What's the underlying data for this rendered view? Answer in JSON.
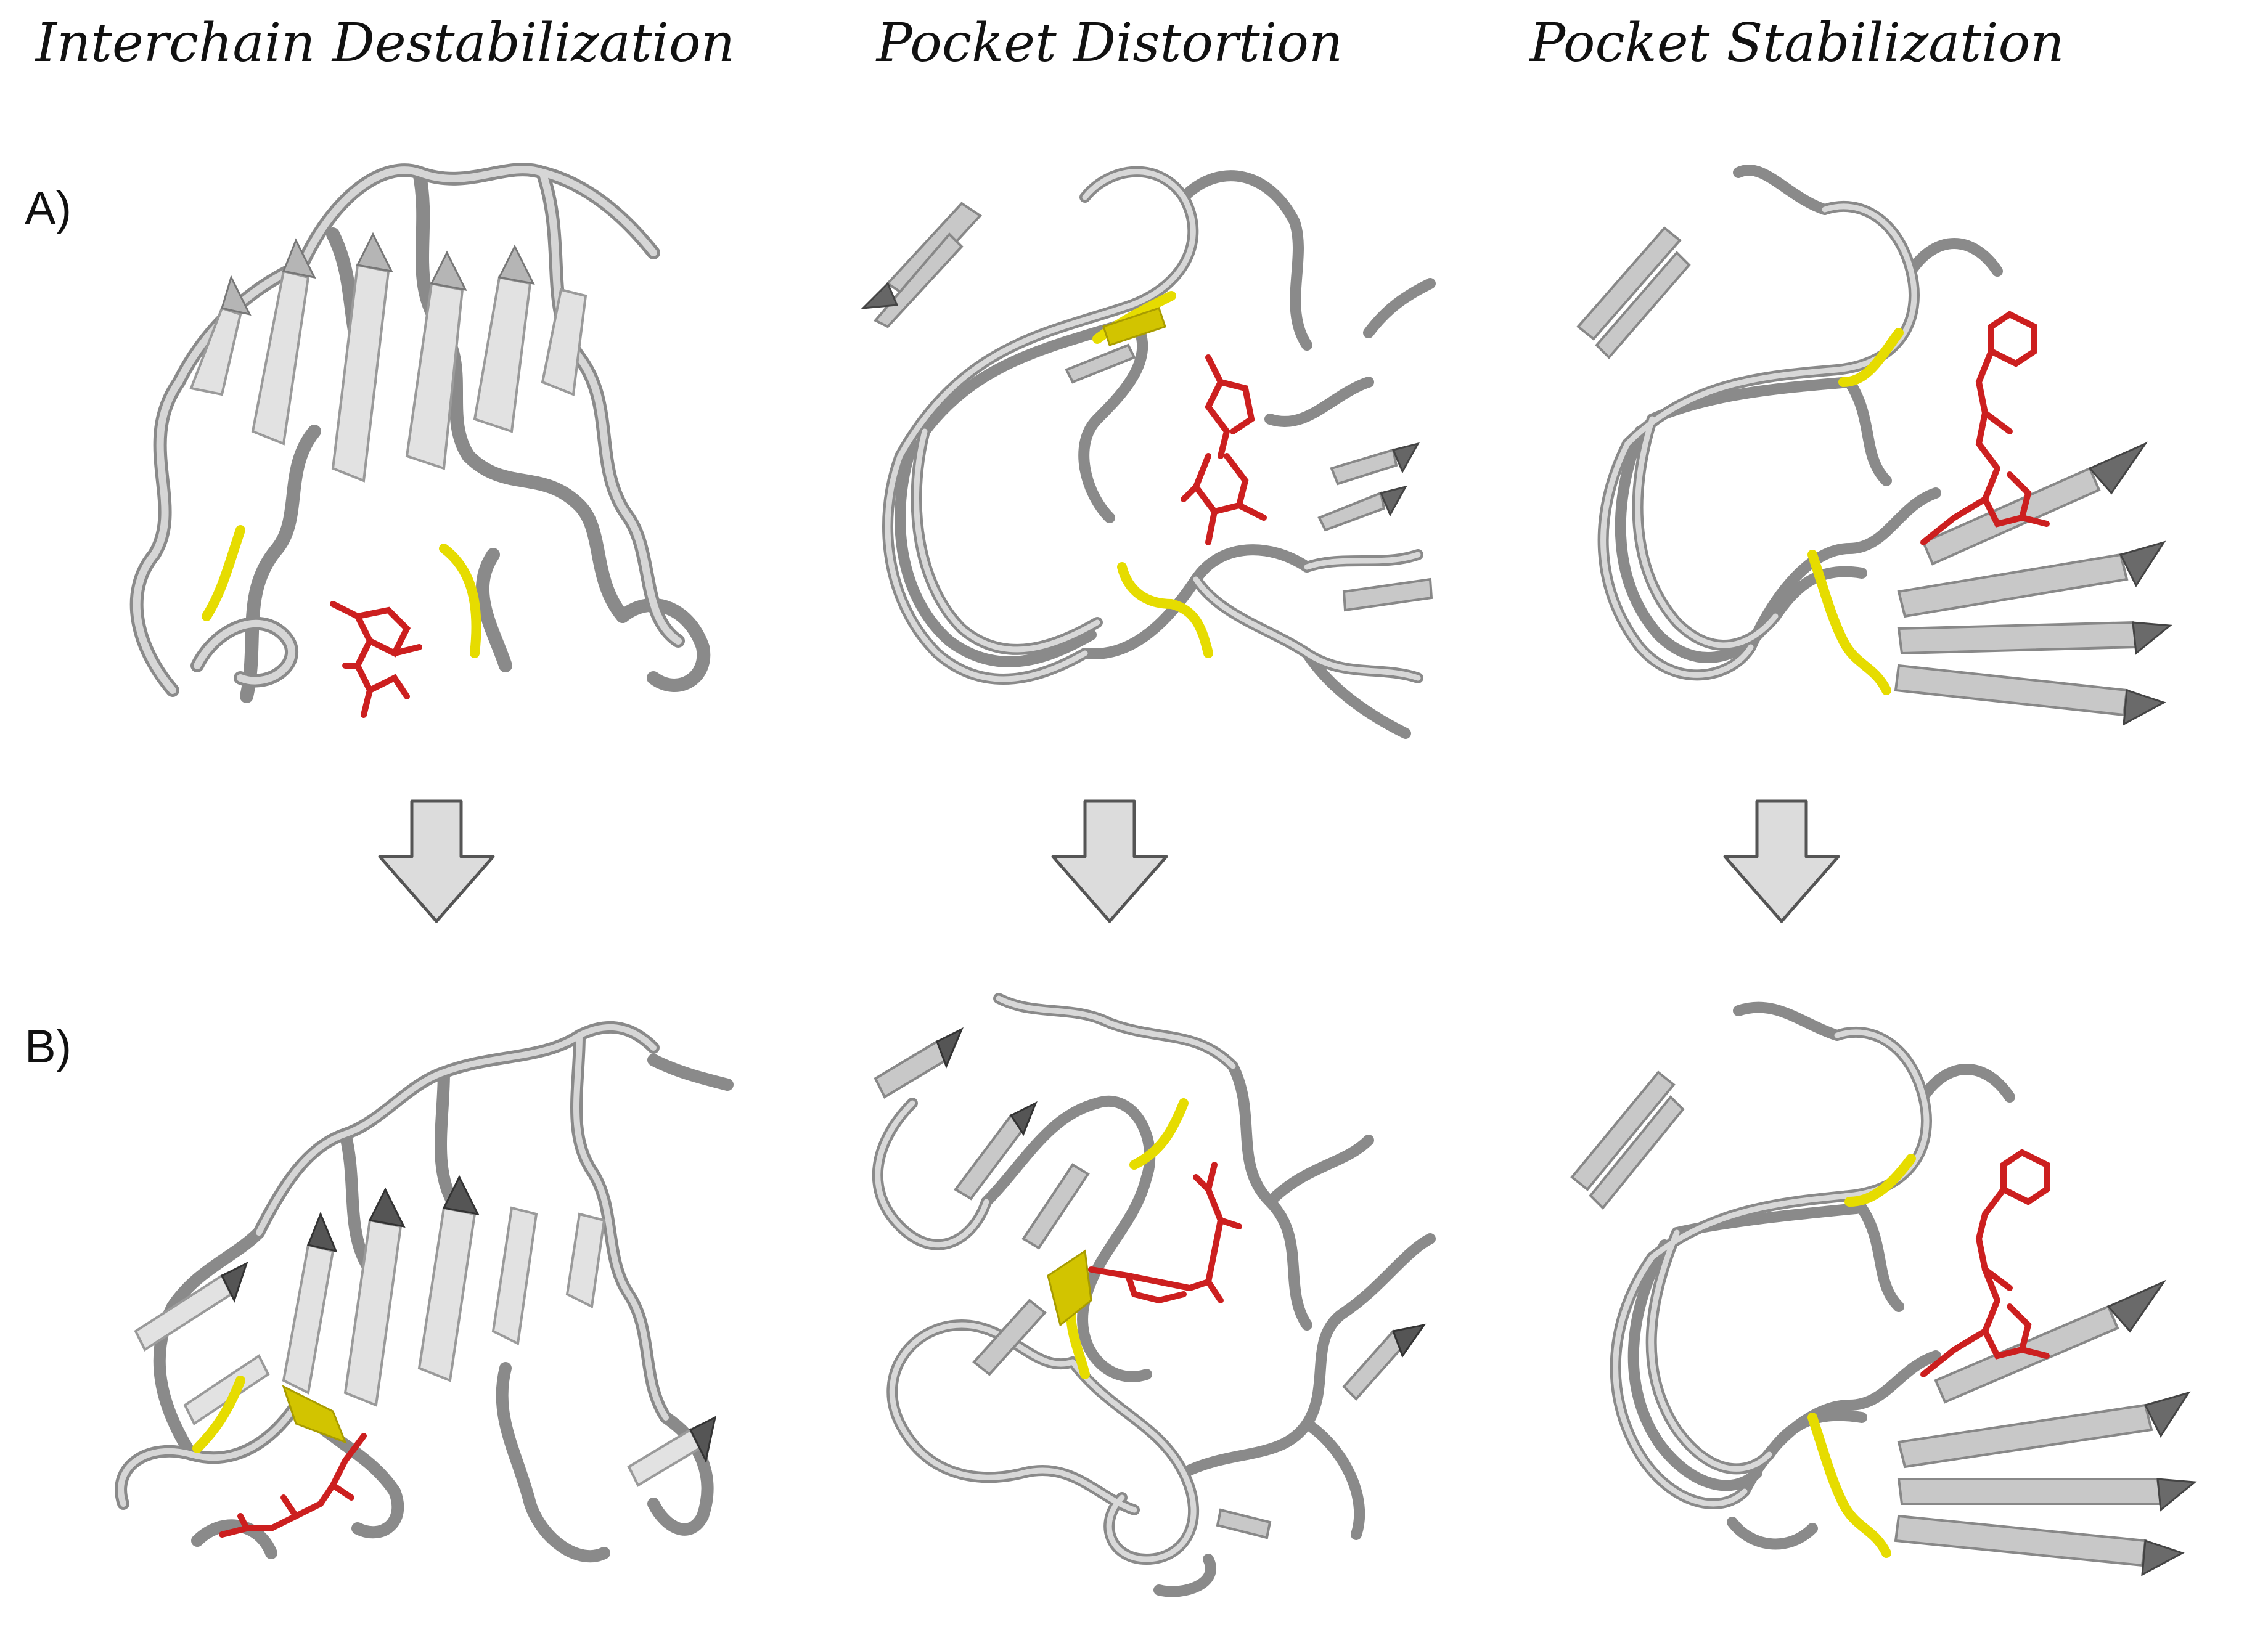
{
  "columns": [
    {
      "title": "Interchain Destabilization"
    },
    {
      "title": "Pocket Distortion"
    },
    {
      "title": "Pocket Stabilization"
    }
  ],
  "rows": [
    {
      "label": "A)"
    },
    {
      "label": "B)"
    }
  ],
  "colors": {
    "ribbon_light": "#d9d9d9",
    "ribbon_mid": "#b0b0b0",
    "ribbon_dark": "#555555",
    "highlight_yellow": "#e6dc00",
    "ligand_red": "#cc1f1f",
    "arrow_fill": "#dcdcdc",
    "arrow_stroke": "#555555"
  }
}
